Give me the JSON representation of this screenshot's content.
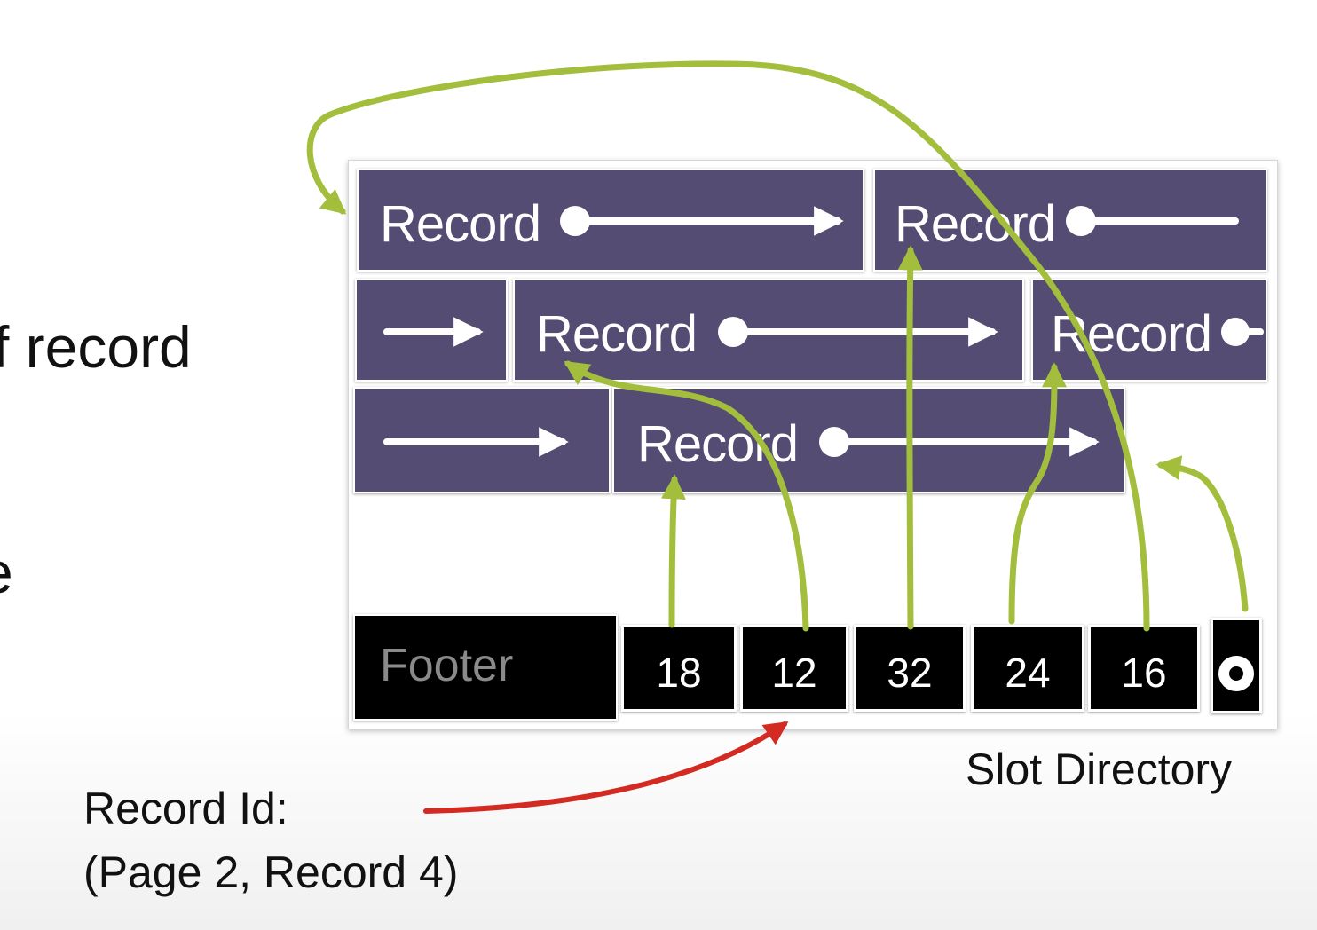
{
  "side_text": {
    "line1": "f record",
    "line2": "e"
  },
  "records": {
    "label": "Record"
  },
  "footer": {
    "label": "Footer",
    "slots": [
      "18",
      "12",
      "32",
      "24",
      "16"
    ]
  },
  "labels": {
    "slot_directory": "Slot Directory",
    "record_id_line1": "Record Id:",
    "record_id_line2": "(Page 2, Record 4)"
  },
  "colors": {
    "record_fill": "#544c72",
    "pointer_arrow": "#a3be3c",
    "record_id_arrow": "#d32a22",
    "footer_fill": "#000000"
  }
}
